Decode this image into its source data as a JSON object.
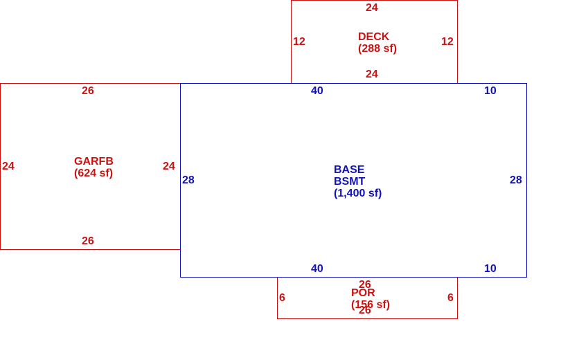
{
  "colors": {
    "addition": "#cc1111",
    "main": "#1111bb"
  },
  "areas": {
    "deck": {
      "name": "DECK",
      "area": "(288 sf)",
      "dims": {
        "top": "24",
        "bottom": "24",
        "left": "12",
        "right": "12"
      }
    },
    "garage": {
      "name": "GARFB",
      "area": "(624 sf)",
      "dims": {
        "top": "26",
        "bottom": "26",
        "left": "24",
        "right": "24"
      }
    },
    "base": {
      "name": "BASE",
      "name2": "BSMT",
      "area": "(1,400 sf)",
      "dims": {
        "top_a": "40",
        "top_b": "10",
        "bottom_a": "40",
        "bottom_b": "10",
        "left": "28",
        "right": "28"
      }
    },
    "porch": {
      "name": "POR",
      "area": "(156 sf)",
      "dims": {
        "top": "26",
        "bottom": "26",
        "left": "6",
        "right": "6"
      }
    }
  }
}
